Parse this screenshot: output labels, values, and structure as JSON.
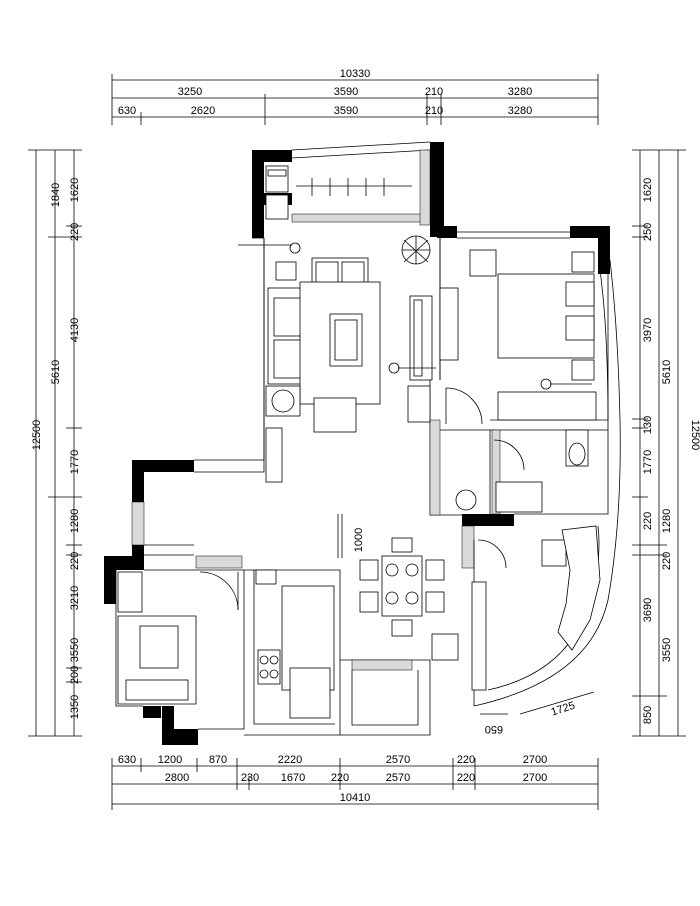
{
  "dimensions": {
    "top_total": "10330",
    "top_row1": [
      "3250",
      "3590",
      "210",
      "3280"
    ],
    "top_row2": [
      "630",
      "2620",
      "3590",
      "210",
      "3280"
    ],
    "bottom_row1": [
      "630",
      "1200",
      "870",
      "2220",
      "2570",
      "220",
      "2700"
    ],
    "bottom_row2": [
      "2800",
      "230",
      "1670",
      "220",
      "2570",
      "220",
      "2700"
    ],
    "bottom_total": "10410",
    "left_outer_total": "12500",
    "left_row1": [
      "1620",
      "220",
      "4130",
      "1770",
      "1280",
      "220",
      "3210",
      "3550",
      "200",
      "1350"
    ],
    "left_mid": [
      "1840",
      "5610"
    ],
    "right_outer_total": "12500",
    "right_row1": [
      "1620",
      "250",
      "3970",
      "130",
      "1770",
      "220",
      "3690",
      "850"
    ],
    "right_mid": [
      "1280",
      "220",
      "3550",
      "5610"
    ],
    "interior": {
      "dining_dim": "1000",
      "arc_a": "650",
      "arc_b": "1725"
    }
  }
}
